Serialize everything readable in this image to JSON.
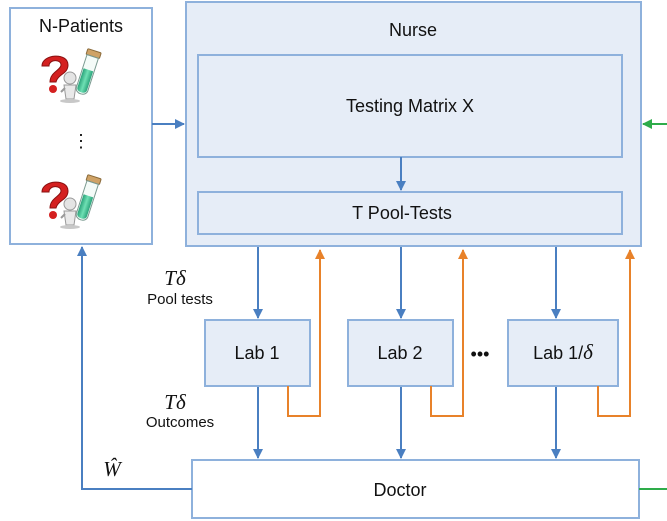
{
  "patients": {
    "title": "N-Patients",
    "ellipsis": "⋮"
  },
  "nurse": {
    "title": "Nurse"
  },
  "matrix": {
    "label": "Testing Matrix X"
  },
  "pool": {
    "label": "T  Pool-Tests"
  },
  "labs": {
    "lab1": "Lab 1",
    "lab2": "Lab 2",
    "lab_dots": "•••",
    "lab3_prefix": "Lab 1/",
    "lab3_delta": "δ"
  },
  "annotations": {
    "pool_math": "Tδ",
    "pool_text": "Pool tests",
    "outcome_math": "Tδ",
    "outcome_text": "Outcomes",
    "w_hat": "Ŵ"
  },
  "doctor": {
    "label": "Doctor"
  },
  "colors": {
    "blue_flow": "#4a7fc1",
    "orange_flow": "#e8822a",
    "green_flow": "#2eac4a",
    "box_fill": "#e6edf7",
    "box_stroke": "#8eb1dc"
  },
  "icons": [
    "question-person-icon",
    "test-tube-icon"
  ]
}
